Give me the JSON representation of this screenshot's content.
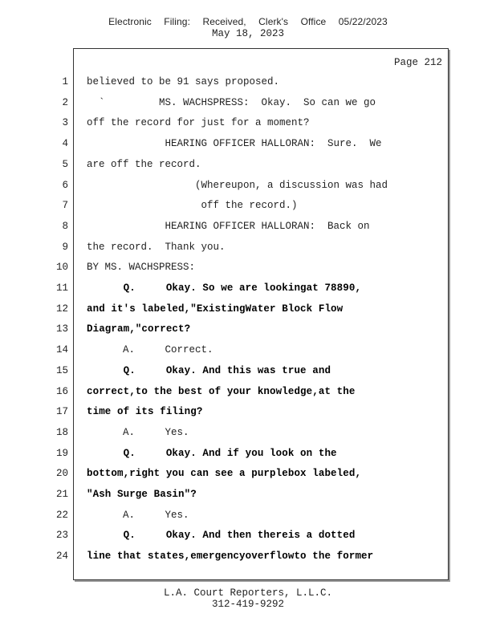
{
  "header": {
    "stamp": [
      "Electronic",
      "Filing:",
      "Received,",
      "Clerk's",
      "Office",
      "05/22/2023"
    ],
    "date": "May 18, 2023"
  },
  "page": {
    "label": "Page 212"
  },
  "lines": [
    {
      "num": "1",
      "text": "believed to be 91 says proposed.",
      "bold": false
    },
    {
      "num": "2",
      "text": "  `         MS. WACHSPRESS:  Okay.  So can we go",
      "bold": false
    },
    {
      "num": "3",
      "text": "off the record for just for a moment?",
      "bold": false
    },
    {
      "num": "4",
      "text": "             HEARING OFFICER HALLORAN:  Sure.  We",
      "bold": false
    },
    {
      "num": "5",
      "text": "are off the record.",
      "bold": false
    },
    {
      "num": "6",
      "text": "                  (Whereupon, a discussion was had",
      "bold": false
    },
    {
      "num": "7",
      "text": "                   off the record.)",
      "bold": false
    },
    {
      "num": "8",
      "text": "             HEARING OFFICER HALLORAN:  Back on",
      "bold": false
    },
    {
      "num": "9",
      "text": "the record.  Thank you.",
      "bold": false
    },
    {
      "num": "10",
      "text": "BY MS. WACHSPRESS:",
      "bold": false
    },
    {
      "num": "11",
      "text": "      Q.     Okay. So we are lookingat 78890,",
      "bold": true
    },
    {
      "num": "12",
      "text": "and it's labeled,\"ExistingWater Block Flow",
      "bold": true
    },
    {
      "num": "13",
      "text": "Diagram,\"correct?",
      "bold": true
    },
    {
      "num": "14",
      "text": "      A.     Correct.",
      "bold": false
    },
    {
      "num": "15",
      "text": "      Q.     Okay. And this was true and",
      "bold": true
    },
    {
      "num": "16",
      "text": "correct,to the best of your knowledge,at the",
      "bold": true
    },
    {
      "num": "17",
      "text": "time of its filing?",
      "bold": true
    },
    {
      "num": "18",
      "text": "      A.     Yes.",
      "bold": false
    },
    {
      "num": "19",
      "text": "      Q.     Okay. And if you look on the",
      "bold": true
    },
    {
      "num": "20",
      "text": "bottom,right you can see a purplebox labeled,",
      "bold": true
    },
    {
      "num": "21",
      "text": "\"Ash Surge Basin\"?",
      "bold": true
    },
    {
      "num": "22",
      "text": "      A.     Yes.",
      "bold": false
    },
    {
      "num": "23",
      "text": "      Q.     Okay. And then thereis a dotted",
      "bold": true
    },
    {
      "num": "24",
      "text": "line that states,emergencyoverflowto the former",
      "bold": true
    }
  ],
  "footer": {
    "company": "L.A. Court Reporters, L.L.C.",
    "phone": "312-419-9292"
  }
}
